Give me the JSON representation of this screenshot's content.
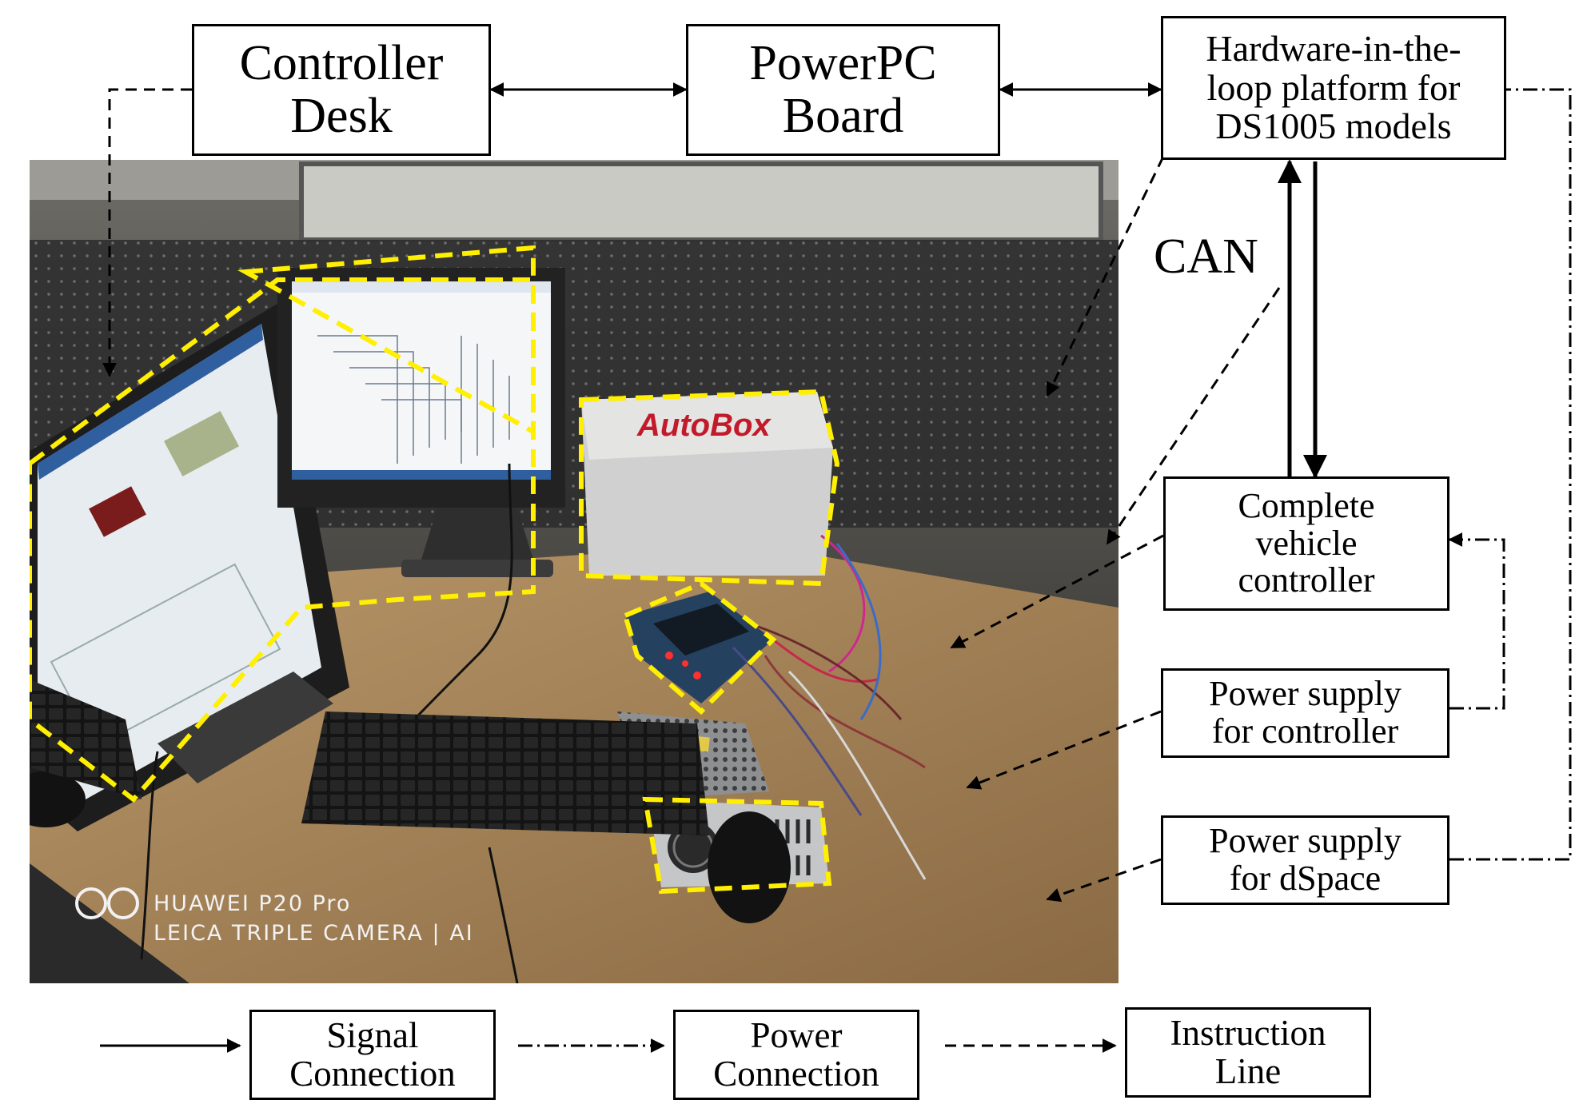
{
  "boxes": {
    "controller_desk": [
      "Controller",
      "Desk"
    ],
    "powerpc_board": [
      "PowerPC",
      "Board"
    ],
    "hil_platform": [
      "Hardware-in-the-",
      "loop platform for",
      "DS1005 models"
    ],
    "vehicle_controller": [
      "Complete",
      "vehicle",
      "controller"
    ],
    "power_supply_controller": [
      "Power supply",
      "for controller"
    ],
    "power_supply_dspace": [
      "Power supply",
      "for dSpace"
    ]
  },
  "can_label": "CAN",
  "photo": {
    "brand_label": "AutoBox",
    "watermark_line1": "HUAWEI P20 Pro",
    "watermark_line2": "LEICA TRIPLE CAMERA | AI"
  },
  "legend": {
    "signal": [
      "Signal",
      "Connection"
    ],
    "power": [
      "Power",
      "Connection"
    ],
    "instruction": [
      "Instruction",
      "Line"
    ]
  },
  "colors": {
    "highlight": "#ffef00",
    "autobox_text": "#c21a2a",
    "autobox_text_alt": "#1e3f8f",
    "line": "#000000"
  }
}
